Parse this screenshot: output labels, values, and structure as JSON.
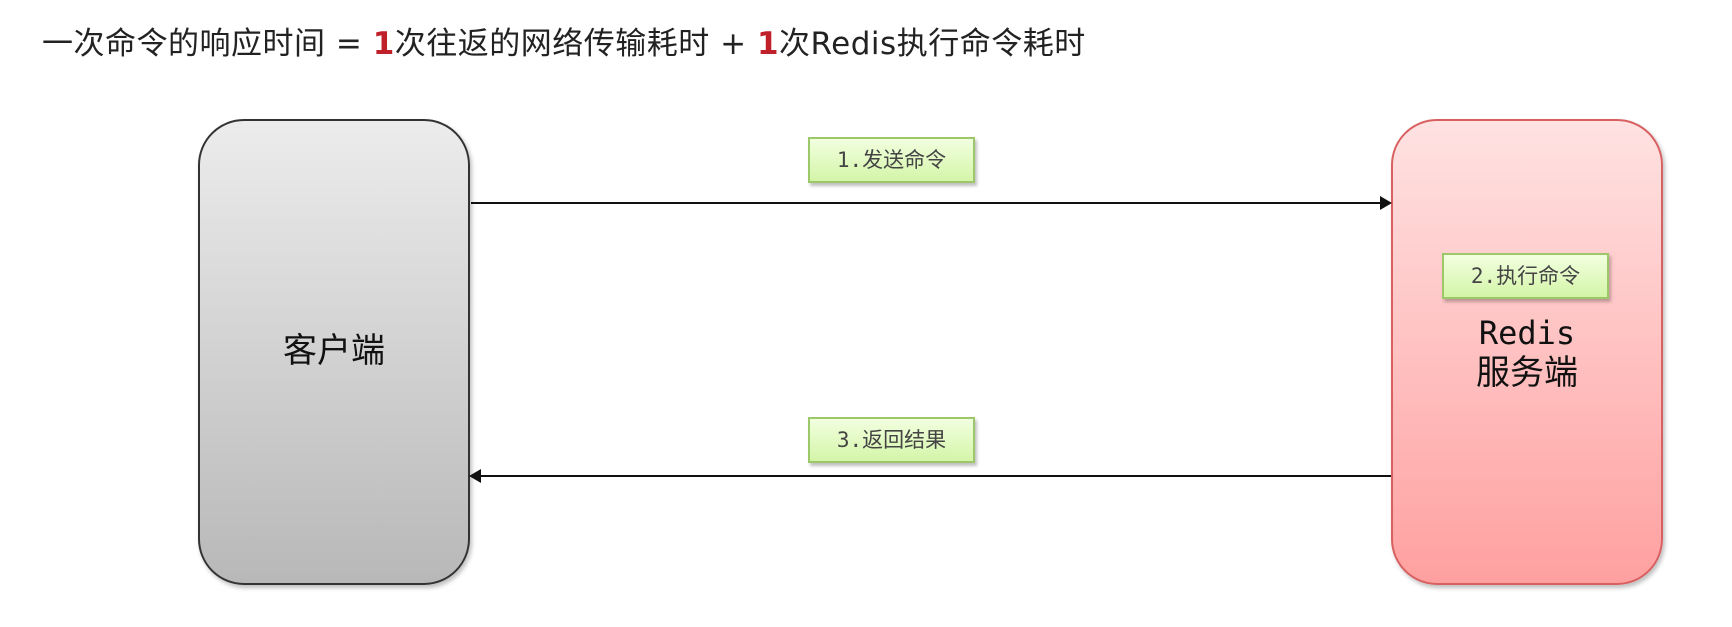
{
  "title": {
    "prefix": "一次命令的响应时间 = ",
    "num1": "1",
    "middle": "次往返的网络传输耗时 + ",
    "num2": "1",
    "suffix": "次Redis执行命令耗时"
  },
  "client": {
    "label": "客户端"
  },
  "server": {
    "line1": "Redis",
    "line2": "服务端"
  },
  "steps": [
    {
      "label": "1.发送命令"
    },
    {
      "label": "2.执行命令"
    },
    {
      "label": "3.返回结果"
    }
  ],
  "colors": {
    "highlight": "#c0202a",
    "tag_bg": "#dff7bd",
    "server_bg": "#ffb8b8",
    "client_bg": "#d4d4d4"
  }
}
